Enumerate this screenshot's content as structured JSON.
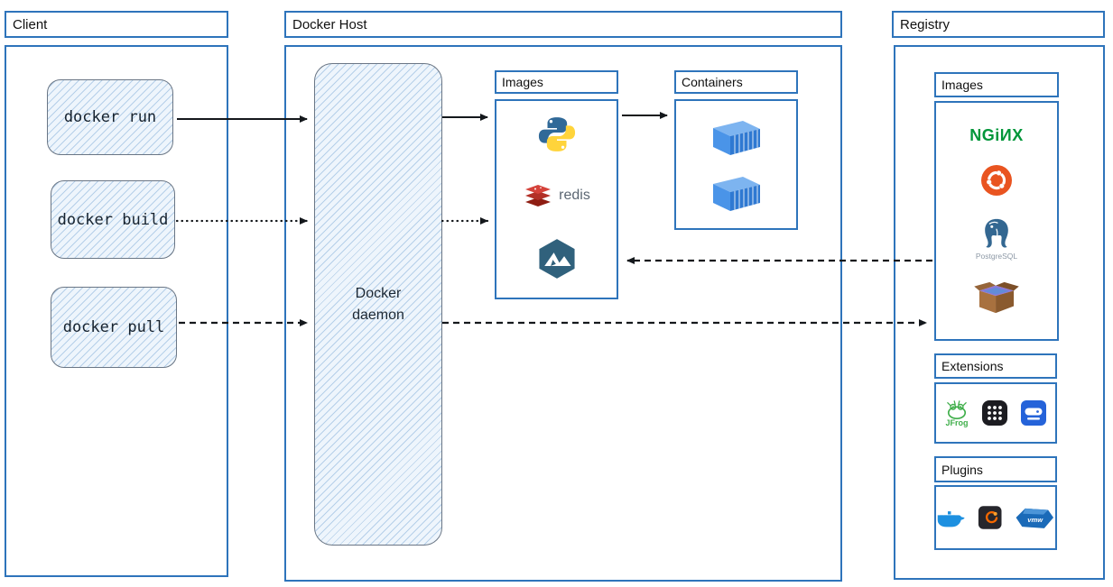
{
  "client": {
    "title": "Client",
    "commands": {
      "run": "docker run",
      "build": "docker build",
      "pull": "docker pull"
    }
  },
  "host": {
    "title": "Docker Host",
    "daemon_label": "Docker daemon",
    "images_title": "Images",
    "images": {
      "redis_label": "redis",
      "icons": [
        "python-icon",
        "redis-icon",
        "alpine-icon"
      ]
    },
    "containers_title": "Containers",
    "container_icons": [
      "container-icon",
      "container-icon"
    ]
  },
  "registry": {
    "title": "Registry",
    "images_title": "Images",
    "nginx_label": "NGiИX",
    "postgresql_label": "PostgreSQL",
    "image_icons": [
      "nginx-wordmark",
      "ubuntu-icon",
      "postgresql-icon",
      "busybox-icon"
    ],
    "extensions_title": "Extensions",
    "extension_icons": [
      "jfrog-icon",
      "dots-grid-icon",
      "disk-usage-icon"
    ],
    "jfrog_label": "JFrog",
    "plugins_title": "Plugins",
    "plugin_icons": [
      "docker-whale-icon",
      "grafana-icon",
      "vmware-icon"
    ],
    "vmware_label": "vmw"
  },
  "edges": [
    {
      "from": "docker run",
      "to": "Docker daemon",
      "style": "solid"
    },
    {
      "from": "Docker daemon",
      "to": "Host Images",
      "style": "solid"
    },
    {
      "from": "Host Images",
      "to": "Containers",
      "style": "solid"
    },
    {
      "from": "docker build",
      "to": "Docker daemon",
      "style": "dotted"
    },
    {
      "from": "Docker daemon",
      "to": "Host Images",
      "style": "dotted"
    },
    {
      "from": "Registry Images",
      "to": "Host Images",
      "style": "dashed"
    },
    {
      "from": "docker pull",
      "to": "Docker daemon",
      "style": "dashed"
    },
    {
      "from": "Docker daemon",
      "to": "Registry Images",
      "style": "dashed"
    }
  ],
  "colors": {
    "frame_blue": "#2e74bb",
    "hatch_fill": "#eef5fc",
    "arrow_dark": "#14181c",
    "nginx_green": "#009639",
    "ubuntu_orange": "#E95420",
    "redis_red": "#c6302b",
    "python_blue": "#306998",
    "python_yellow": "#FFD43B",
    "container_blue": "#3b82d4",
    "jfrog_green": "#3fae4a"
  }
}
